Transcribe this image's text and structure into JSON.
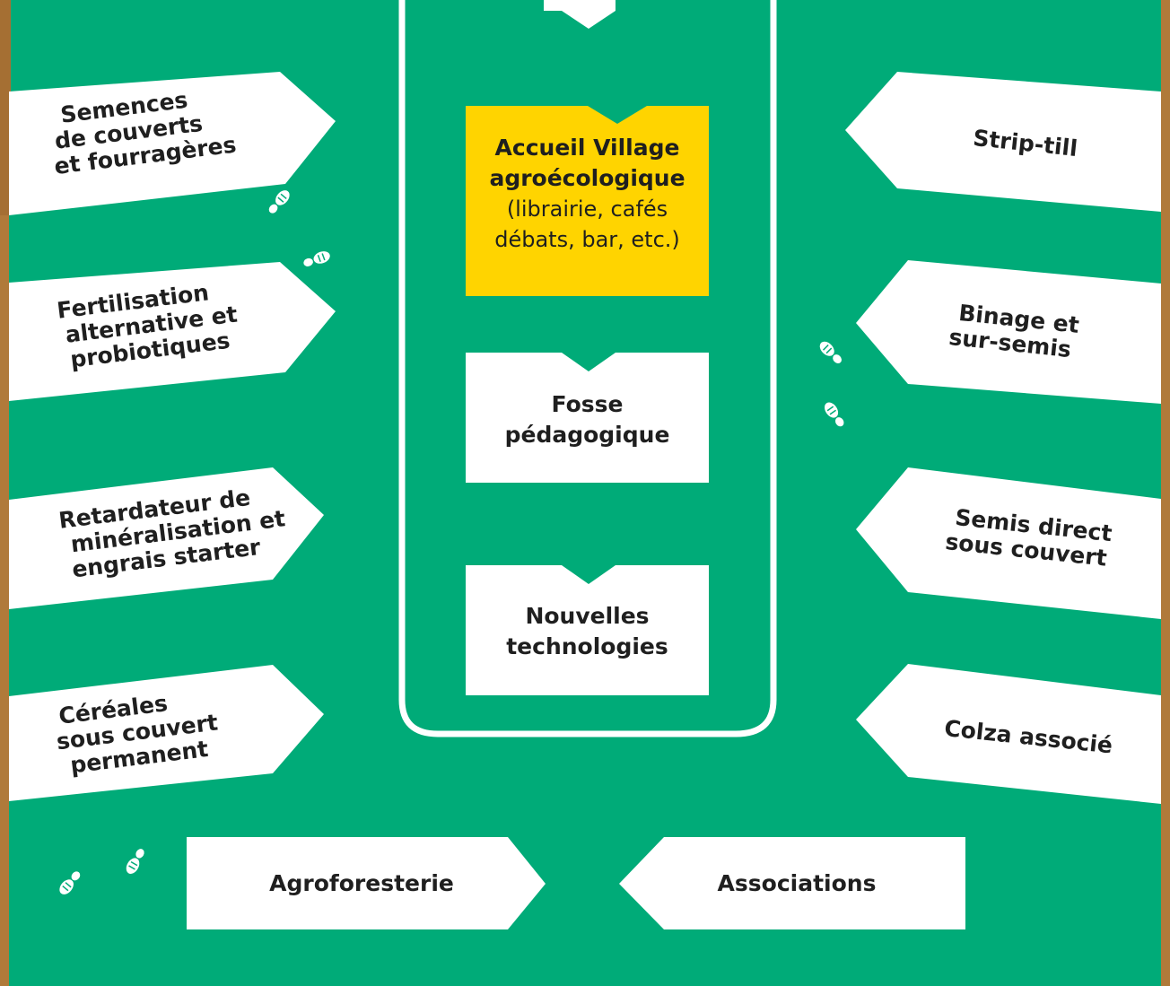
{
  "colors": {
    "field": "#00ab78",
    "frame": "#b07a3a",
    "highlight": "#ffd400",
    "panel": "#ffffff",
    "text": "#1f1f1f"
  },
  "left_signs": [
    {
      "lines": [
        "Semences",
        "de couverts",
        "et fourragères"
      ]
    },
    {
      "lines": [
        "Fertilisation",
        "alternative et",
        "probiotiques"
      ]
    },
    {
      "lines": [
        "Retardateur de",
        "minéralisation et",
        "engrais starter"
      ]
    },
    {
      "lines": [
        "Céréales",
        "sous couvert",
        "permanent"
      ]
    }
  ],
  "right_signs": [
    {
      "lines": [
        "Strip-till"
      ]
    },
    {
      "lines": [
        "Binage et",
        "sur-semis"
      ]
    },
    {
      "lines": [
        "Semis direct",
        "sous couvert"
      ]
    },
    {
      "lines": [
        "Colza associé"
      ]
    }
  ],
  "center_boxes": [
    {
      "title_lines": [
        "Accueil Village",
        "agroécologique"
      ],
      "subtitle_lines": [
        "(librairie, cafés",
        "débats, bar, etc.)"
      ]
    },
    {
      "title_lines": [
        "Fosse",
        "pédagogique"
      ]
    },
    {
      "title_lines": [
        "Nouvelles",
        "technologies"
      ]
    }
  ],
  "bottom_signs": [
    {
      "label": "Agroforesterie"
    },
    {
      "label": "Associations"
    }
  ],
  "icons": {
    "footprint": "shoe-print-icon"
  }
}
